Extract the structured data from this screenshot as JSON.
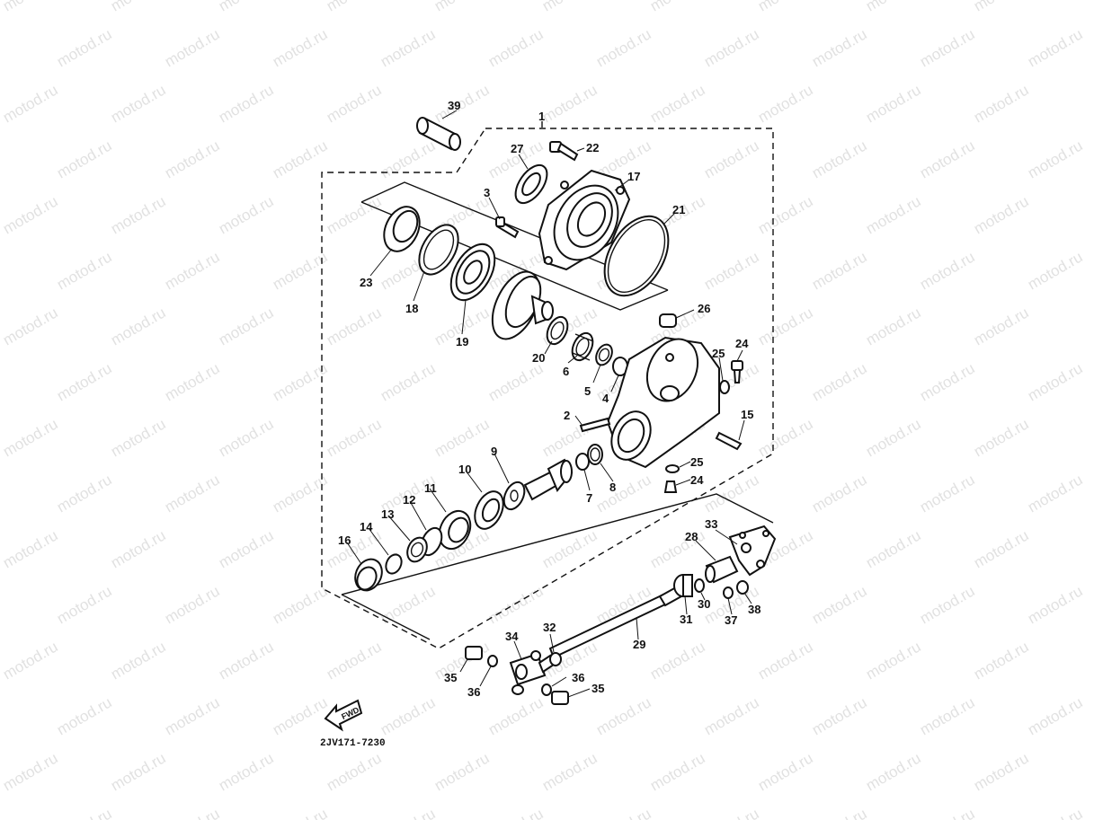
{
  "watermark": "motod.ru",
  "assembly_label": "1",
  "diagram_code": "2JV171-7230",
  "fwd_label": "FWD",
  "parts": {
    "p2": "2",
    "p3": "3",
    "p4": "4",
    "p5": "5",
    "p6": "6",
    "p7": "7",
    "p8": "8",
    "p9": "9",
    "p10": "10",
    "p11": "11",
    "p12": "12",
    "p13": "13",
    "p14": "14",
    "p15": "15",
    "p16": "16",
    "p17": "17",
    "p18": "18",
    "p19": "19",
    "p20": "20",
    "p21": "21",
    "p22": "22",
    "p23": "23",
    "p24a": "24",
    "p24b": "24",
    "p25a": "25",
    "p25b": "25",
    "p26": "26",
    "p27": "27",
    "p28": "28",
    "p29": "29",
    "p30": "30",
    "p31": "31",
    "p32": "32",
    "p33": "33",
    "p34": "34",
    "p35a": "35",
    "p35b": "35",
    "p36a": "36",
    "p36b": "36",
    "p37": "37",
    "p38": "38",
    "p39": "39"
  }
}
